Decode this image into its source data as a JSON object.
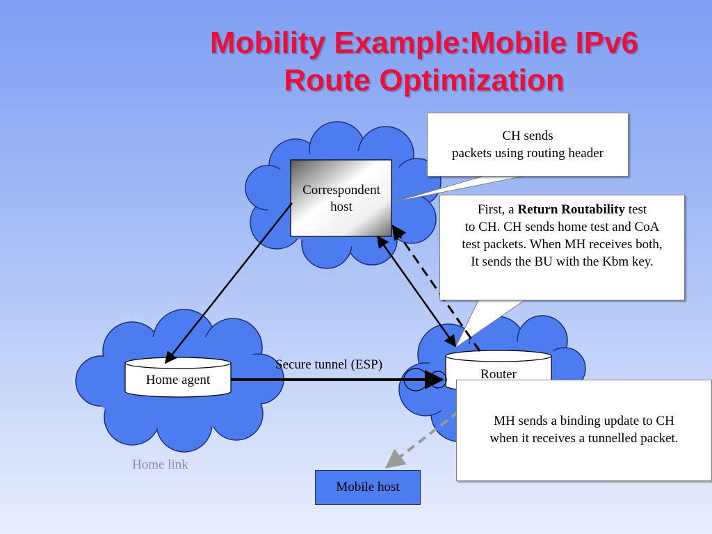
{
  "title": {
    "line1": "Mobility Example:Mobile IPv6",
    "line2": "Route Optimization"
  },
  "nodes": {
    "correspondent_host": {
      "line1": "Correspondent",
      "line2": "host"
    },
    "home_agent": "Home agent",
    "router": "Router",
    "mobile_host": "Mobile host"
  },
  "labels": {
    "secure_tunnel": "Secure tunnel (ESP)",
    "home_link": "Home link"
  },
  "callouts": {
    "ch_sends": {
      "line1": "CH sends",
      "line2": "packets using routing header"
    },
    "return_routability": {
      "prefix": "First, a ",
      "bold": "Return Routability",
      "suffix": " test",
      "line2": "to CH. CH sends home test and CoA",
      "line3": "test packets. When MH receives both,",
      "line4": "It sends the BU with the Kbm key."
    },
    "binding_update": {
      "line1": "MH sends a binding update to CH",
      "line2": "when it receives a tunnelled packet."
    }
  },
  "colors": {
    "title": "#e8113c",
    "cloud": "#4d7cf0",
    "mobile_host_box": "#4d7cf0",
    "home_link_text": "#8a8ab0"
  }
}
